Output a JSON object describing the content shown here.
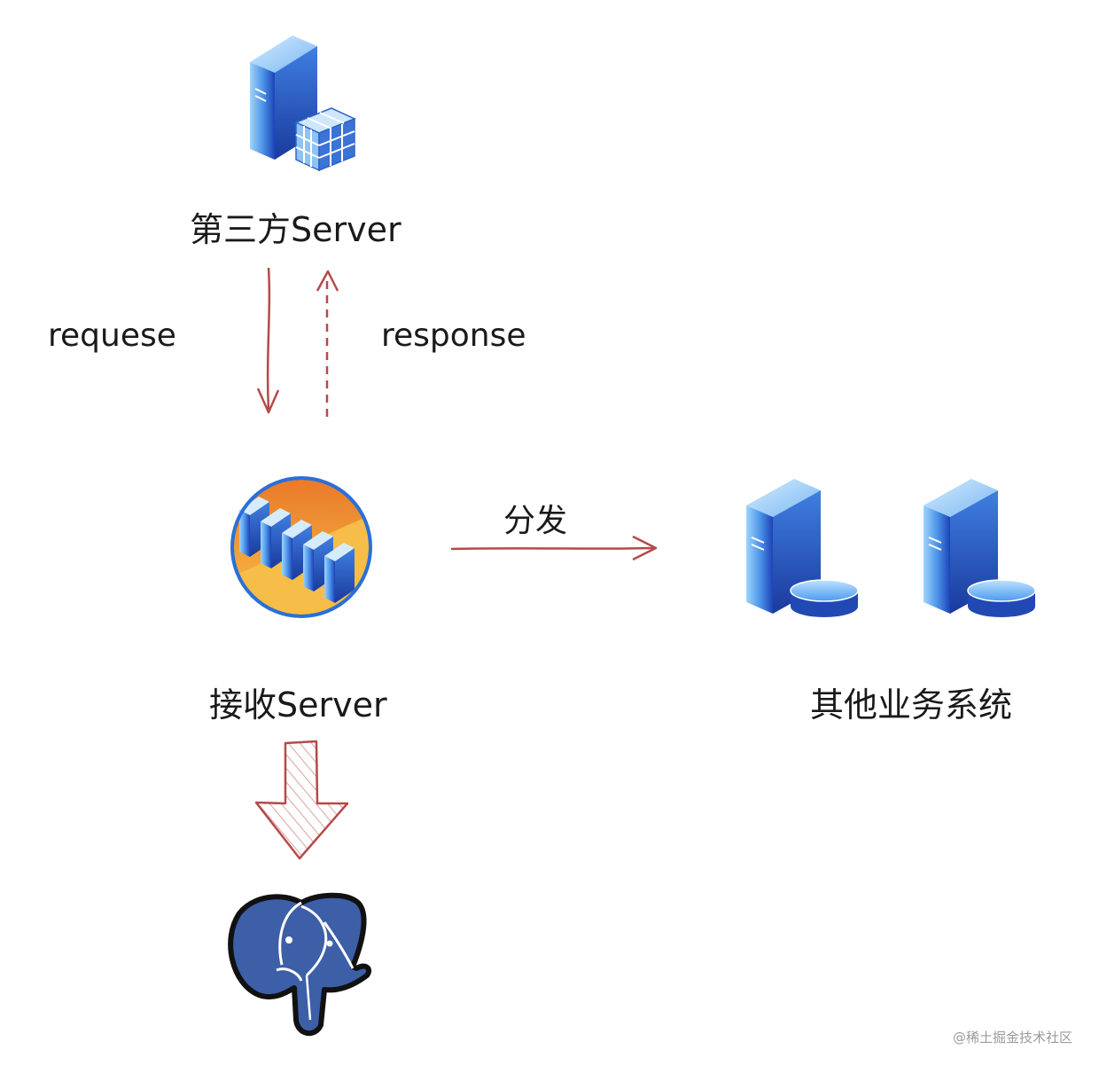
{
  "nodes": {
    "third_party": {
      "label": "第三方Server",
      "icon": "server-grid-icon"
    },
    "receiver": {
      "label": "接收Server",
      "icon": "server-cluster-icon"
    },
    "others": {
      "label": "其他业务系统",
      "icon": "database-server-icon"
    },
    "database": {
      "label": "",
      "icon": "postgresql-elephant-icon"
    }
  },
  "edges": {
    "request": {
      "label": "reques​e"
    },
    "response": {
      "label": "response"
    },
    "distribute": {
      "label": "分发"
    }
  },
  "watermark": "@稀土掘金技术社区",
  "colors": {
    "arrow": "#b54a4a",
    "server_light": "#7fc4f5",
    "server_dark": "#1f4fc2",
    "elephant": "#3d5fa8"
  }
}
